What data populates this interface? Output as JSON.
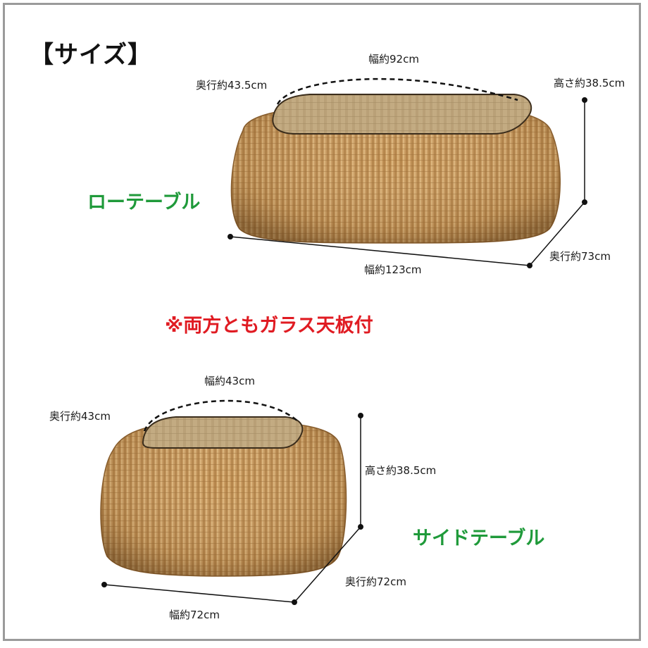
{
  "title": "【サイズ】",
  "note": "※両方ともガラス天板付",
  "low_table": {
    "label": "ローテーブル",
    "top_width": "幅約92cm",
    "top_depth": "奥行約43.5cm",
    "height": "高さ約38.5cm",
    "depth": "奥行約73cm",
    "width": "幅約123cm"
  },
  "side_table": {
    "label": "サイドテーブル",
    "top_width": "幅約43cm",
    "top_depth": "奥行約43cm",
    "height": "高さ約38.5cm",
    "depth": "奥行約72cm",
    "width": "幅約72cm"
  },
  "colors": {
    "label_green": "#1f9a3a",
    "note_red": "#e01b22",
    "rattan": "#c89a5e",
    "frame": "#9a9a9a"
  }
}
